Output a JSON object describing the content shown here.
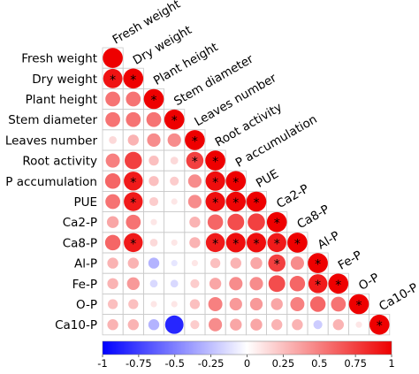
{
  "chart_data": {
    "type": "heatmap",
    "variables": [
      "Fresh weight",
      "Dry weight",
      "Plant height",
      "Stem diameter",
      "Leaves number",
      "Root activity",
      "P accumulation",
      "PUE",
      "Ca2-P",
      "Ca8-P",
      "Al-P",
      "Fe-P",
      "O-P",
      "Ca10-P"
    ],
    "row_labels": [
      "Fresh weight",
      "Dry weight",
      "Plant height",
      "Stem diameter",
      "Leaves number",
      "Root activity",
      "P accumulation",
      "PUE",
      "Ca2-P",
      "Ca8-P",
      "Al-P",
      "Fe-P",
      "O-P",
      "Ca10-P"
    ],
    "matrix_lower": [
      [
        1.0
      ],
      [
        0.93,
        1.0
      ],
      [
        0.55,
        0.55,
        1.0
      ],
      [
        0.55,
        0.55,
        0.55,
        1.0
      ],
      [
        0.15,
        0.3,
        0.45,
        0.45,
        1.0
      ],
      [
        0.5,
        0.75,
        0.25,
        0.15,
        0.75,
        1.0
      ],
      [
        0.6,
        0.9,
        0.25,
        0.2,
        0.45,
        0.95,
        1.0
      ],
      [
        0.55,
        0.9,
        0.2,
        0.1,
        0.45,
        0.95,
        0.98,
        1.0
      ],
      [
        0.35,
        0.55,
        0.1,
        0.0,
        0.3,
        0.6,
        0.7,
        0.75,
        1.0
      ],
      [
        0.6,
        0.9,
        0.15,
        0.1,
        0.3,
        0.9,
        0.95,
        0.95,
        0.9,
        1.0
      ],
      [
        0.3,
        0.3,
        -0.3,
        -0.1,
        0.1,
        0.25,
        0.3,
        0.35,
        0.75,
        0.45,
        1.0
      ],
      [
        0.3,
        0.4,
        -0.15,
        -0.15,
        0.2,
        0.35,
        0.45,
        0.45,
        0.7,
        0.6,
        0.9,
        1.0
      ],
      [
        0.25,
        0.25,
        0.1,
        0.1,
        0.25,
        0.5,
        0.4,
        0.4,
        0.35,
        0.5,
        0.6,
        0.55,
        1.0
      ],
      [
        0.3,
        0.3,
        -0.3,
        -0.85,
        0.2,
        0.45,
        0.35,
        0.35,
        0.3,
        0.3,
        -0.2,
        0.3,
        0.1,
        1.0
      ]
    ],
    "significant": [
      [
        1,
        0
      ],
      [
        1,
        1
      ],
      [
        2,
        2
      ],
      [
        3,
        3
      ],
      [
        4,
        4
      ],
      [
        5,
        4
      ],
      [
        5,
        5
      ],
      [
        6,
        1
      ],
      [
        6,
        5
      ],
      [
        6,
        6
      ],
      [
        7,
        1
      ],
      [
        7,
        5
      ],
      [
        7,
        6
      ],
      [
        7,
        7
      ],
      [
        8,
        8
      ],
      [
        9,
        1
      ],
      [
        9,
        5
      ],
      [
        9,
        6
      ],
      [
        9,
        7
      ],
      [
        9,
        8
      ],
      [
        9,
        9
      ],
      [
        10,
        8
      ],
      [
        10,
        10
      ],
      [
        11,
        10
      ],
      [
        11,
        11
      ],
      [
        12,
        12
      ],
      [
        13,
        13
      ]
    ],
    "significance_marker": "*",
    "colorbar": {
      "ticks": [
        "-1",
        "-0.75",
        "-0.5",
        "-0.25",
        "0",
        "0.25",
        "0.5",
        "0.75",
        "1"
      ],
      "range": [
        -1,
        1
      ],
      "low_color": "#0000ff",
      "mid_color": "#ffffff",
      "high_color": "#ee0000"
    },
    "colors": {
      "positive": "#ee0000",
      "negative": "#0000ff",
      "grid": "#c9c9c9"
    }
  }
}
